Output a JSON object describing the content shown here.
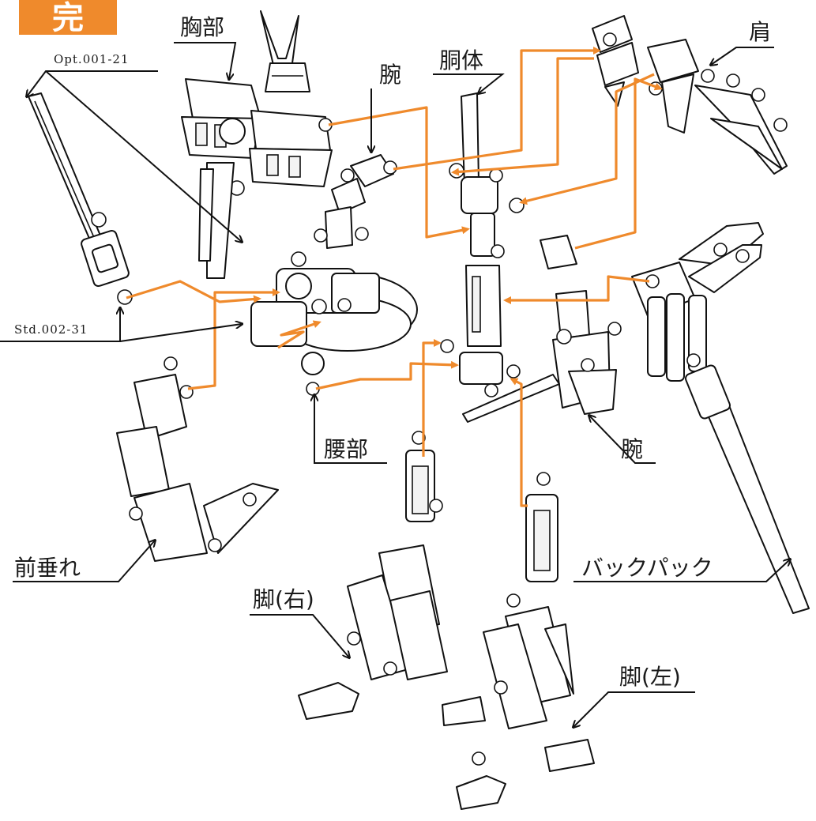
{
  "colors": {
    "connector": "#ef8a2c",
    "badge": "#ef8a2c",
    "ink": "#111111"
  },
  "badge": {
    "text": "完"
  },
  "labels": {
    "chest": "胸部",
    "arm_top": "腕",
    "torso": "胴体",
    "shoulder": "肩",
    "opt_part": "Opt.001-21",
    "std_part": "Std.002-31",
    "waist": "腰部",
    "arm_right": "腕",
    "front_skirt": "前垂れ",
    "backpack": "バックパック",
    "leg_right": "脚(右)",
    "leg_left": "脚(左)"
  }
}
